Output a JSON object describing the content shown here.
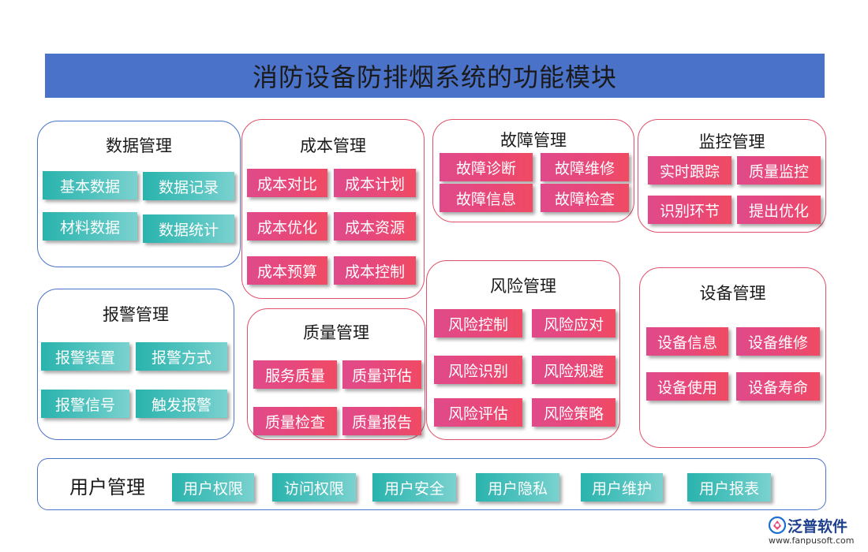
{
  "title": "消防设备防排烟系统的功能模块",
  "colors": {
    "title_bar": "#4a72c8",
    "panel_blue": "#4a72c8",
    "panel_red": "#e0506a",
    "btn_teal": "#2ab3ad",
    "btn_pink": "#e8487a"
  },
  "data_mgmt": {
    "title": "数据管理",
    "items": [
      "基本数据",
      "数据记录",
      "材料数据",
      "数据统计"
    ]
  },
  "cost_mgmt": {
    "title": "成本管理",
    "items": [
      "成本对比",
      "成本计划",
      "成本优化",
      "成本资源",
      "成本预算",
      "成本控制"
    ]
  },
  "fault_mgmt": {
    "title": "故障管理",
    "items": [
      "故障诊断",
      "故障维修",
      "故障信息",
      "故障检查"
    ]
  },
  "monitor_mgmt": {
    "title": "监控管理",
    "items": [
      "实时跟踪",
      "质量监控",
      "识别环节",
      "提出优化"
    ]
  },
  "alarm_mgmt": {
    "title": "报警管理",
    "items": [
      "报警装置",
      "报警方式",
      "报警信号",
      "触发报警"
    ]
  },
  "quality_mgmt": {
    "title": "质量管理",
    "items": [
      "服务质量",
      "质量评估",
      "质量检查",
      "质量报告"
    ]
  },
  "risk_mgmt": {
    "title": "风险管理",
    "items": [
      "风险控制",
      "风险应对",
      "风险识别",
      "风险规避",
      "风险评估",
      "风险策略"
    ]
  },
  "device_mgmt": {
    "title": "设备管理",
    "items": [
      "设备信息",
      "设备维修",
      "设备使用",
      "设备寿命"
    ]
  },
  "user_mgmt": {
    "title": "用户管理",
    "items": [
      "用户权限",
      "访问权限",
      "用户安全",
      "用户隐私",
      "用户维护",
      "用户报表"
    ]
  },
  "logo": {
    "name": "泛普软件",
    "url": "www.fanpusoft.com",
    "icon": "fanpu-logo-icon"
  }
}
